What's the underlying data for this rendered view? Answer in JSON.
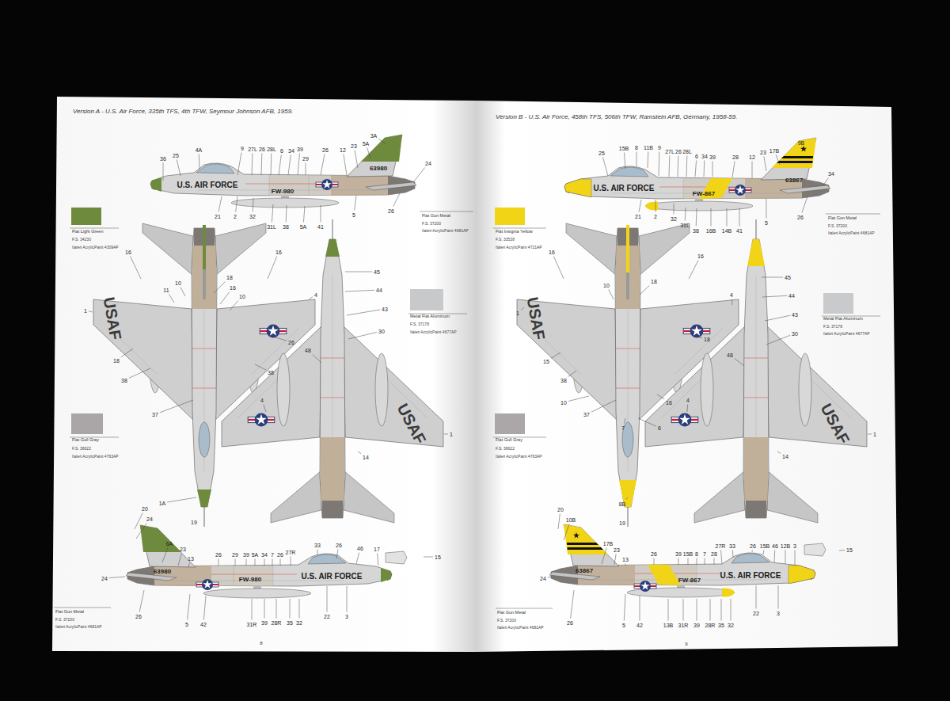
{
  "diagram": {
    "labels": [
      "Version A - U.S. Air Force, 335th TFS, 4th TFW, Seymour Johnson AFB, 1959.",
      "36",
      "25",
      "4A",
      "9",
      "27L",
      "26",
      "28L",
      "6",
      "34",
      "39",
      "29",
      "26",
      "12",
      "23",
      "5A",
      "3A",
      "24",
      "21",
      "2",
      "32",
      "31L",
      "38",
      "5A",
      "41",
      "5",
      "26",
      "U.S. AIR FORCE",
      "FW-980",
      "63980",
      "F.S. 34230",
      "Italeri AcrylicPaint 4309AP",
      "Flat Gun Metal",
      "F.S. 37200",
      "Italeri AcrylicPaint 4681AP",
      "16",
      "16",
      "1",
      "11",
      "10",
      "18",
      "16",
      "10",
      "4",
      "18",
      "26",
      "38",
      "38",
      "37",
      "1A",
      "19",
      "USAF",
      "45",
      "44",
      "43",
      "30",
      "48",
      "4",
      "1",
      "14",
      "USAF",
      "20",
      "24",
      "6A",
      "23",
      "13",
      "26",
      "29",
      "39",
      "5A",
      "34",
      "7",
      "26",
      "27R",
      "33",
      "26",
      "46",
      "17",
      "15",
      "24",
      "26",
      "5",
      "42",
      "31R",
      "39",
      "28R",
      "35",
      "32",
      "22",
      "3",
      "63980",
      "FW-980",
      "U.S. AIR FORCE",
      "Flat Gun Metal",
      "F.S. 37200",
      "Italeri AcrylicPaint 4681AP",
      "F.S. 36622",
      "Italeri AcrylicPaint 4763AP",
      "F.S. 37178",
      "Italeri AcrylicPaint 4677AP",
      "8",
      "Version B - U.S. Air Force, 458th TFS, 506th TFW, Ramstein AFB, Germany, 1958-59.",
      "25",
      "15B",
      "8",
      "11B",
      "9",
      "27L",
      "26",
      "28L",
      "6",
      "34",
      "39",
      "28",
      "12",
      "23",
      "17B",
      "9B",
      "34",
      "21",
      "2",
      "32",
      "31L",
      "38",
      "16B",
      "14B",
      "41",
      "5",
      "26",
      "U.S. AIR FORCE",
      "FW-867",
      "63867",
      "F.S. 33538",
      "Italeri AcrylicPaint 4721AP",
      "Flat Gun Metal",
      "F.S. 37200",
      "Italeri AcrylicPaint 4681AP",
      "16",
      "16",
      "1",
      "10",
      "18",
      "4",
      "18",
      "15",
      "38",
      "10",
      "37",
      "7",
      "6",
      "16",
      "8B",
      "19",
      "USAF",
      "45",
      "44",
      "43",
      "30",
      "48",
      "4",
      "1",
      "14",
      "USAF",
      "20",
      "10B",
      "17B",
      "23",
      "13",
      "26",
      "39",
      "15B",
      "8",
      "7",
      "28",
      "27R",
      "33",
      "26",
      "15B",
      "46",
      "12B",
      "3",
      "15",
      "24",
      "26",
      "5",
      "42",
      "13B",
      "31R",
      "39",
      "28R",
      "35",
      "32",
      "22",
      "3",
      "63867",
      "FW-867",
      "U.S. AIR FORCE",
      "Flat Gun Metal",
      "F.S. 37200",
      "Italeri AcrylicPaint 4681AP",
      "F.S. 36622",
      "Italeri AcrylicPaint 4763AP",
      "F.S. 37178",
      "Italeri AcrylicPaint 4677AP",
      "9"
    ],
    "legend": [
      {
        "text": "Flat Light Green",
        "color": "#6e8b3d"
      },
      {
        "text": "Metal Flat Aluminum",
        "color": "#c8c9cb"
      },
      {
        "text": "Flat Gull Gray",
        "color": "#aaa5a7"
      },
      {
        "text": "Flat Insignia Yellow",
        "color": "#f2d417"
      },
      {
        "text": "Metal Flat Aluminum",
        "color": "#c9cacc"
      },
      {
        "text": "Flat Gull Gray",
        "color": "#aba6a8"
      }
    ]
  }
}
